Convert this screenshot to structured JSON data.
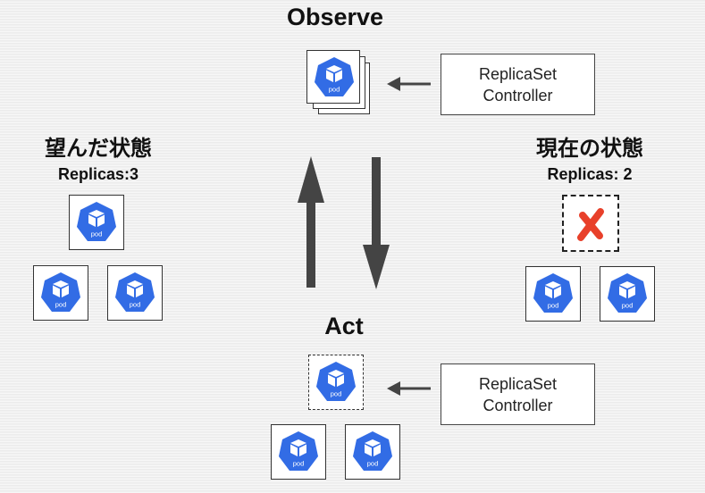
{
  "observe": {
    "title": "Observe",
    "controller": {
      "line1": "ReplicaSet",
      "line2": "Controller"
    }
  },
  "act": {
    "title": "Act",
    "controller": {
      "line1": "ReplicaSet",
      "line2": "Controller"
    }
  },
  "desired_state": {
    "title": "望んだ状態",
    "replicas_label": "Replicas:3",
    "pod_count": 3
  },
  "current_state": {
    "title": "現在の状態",
    "replicas_label": "Replicas: 2",
    "pod_count": 2,
    "missing_marker": "✘"
  },
  "pod": {
    "label": "pod",
    "icon": "kubernetes-pod-icon"
  },
  "colors": {
    "pod_blue": "#326ce5",
    "missing_red": "#e8402a",
    "arrow": "#444444"
  }
}
